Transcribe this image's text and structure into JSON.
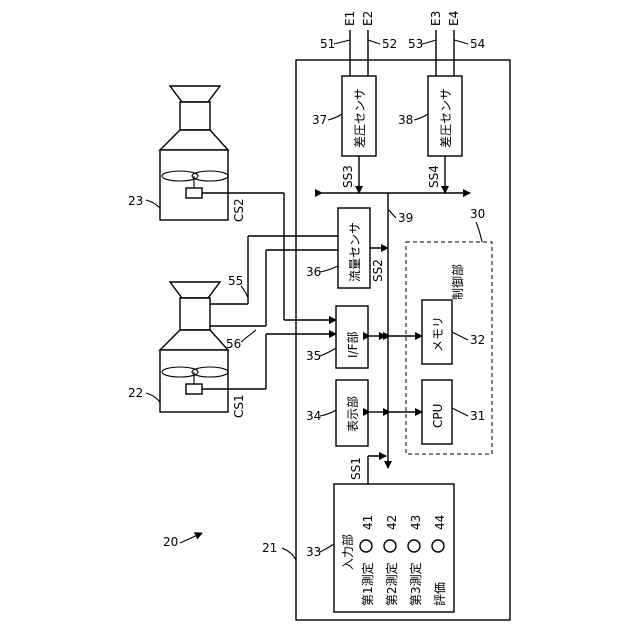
{
  "figure": {
    "device_ref": "20",
    "housing_ref": "21"
  },
  "fans": [
    {
      "ref": "23",
      "signal": "CS2"
    },
    {
      "ref": "22",
      "signal": "CS1"
    }
  ],
  "lines": {
    "l55": "55",
    "l56": "56"
  },
  "terminals": [
    "E1",
    "E2",
    "E3",
    "E4"
  ],
  "ports": [
    "51",
    "52",
    "53",
    "54"
  ],
  "blocks": {
    "sensor37": {
      "ref": "37",
      "label": "差圧センサ"
    },
    "sensor38": {
      "ref": "38",
      "label": "差圧センサ"
    },
    "flow36": {
      "ref": "36",
      "label": "流量センサ"
    },
    "if35": {
      "ref": "35",
      "label": "I/F部"
    },
    "disp34": {
      "ref": "34",
      "label": "表示部"
    },
    "mem32": {
      "ref": "32",
      "label": "メモリ"
    },
    "cpu31": {
      "ref": "31",
      "label": "CPU"
    },
    "ctrl30": {
      "ref": "30",
      "label": "制御部"
    },
    "input33": {
      "ref": "33",
      "label": "入力部"
    }
  },
  "signals": {
    "ss1": "SS1",
    "ss2": "SS2",
    "ss3": "SS3",
    "ss4": "SS4",
    "bus_ref": "39"
  },
  "buttons": [
    {
      "label": "第1測定",
      "ref": "41"
    },
    {
      "label": "第2測定",
      "ref": "42"
    },
    {
      "label": "第3測定",
      "ref": "43"
    },
    {
      "label": "評価",
      "ref": "44"
    }
  ]
}
